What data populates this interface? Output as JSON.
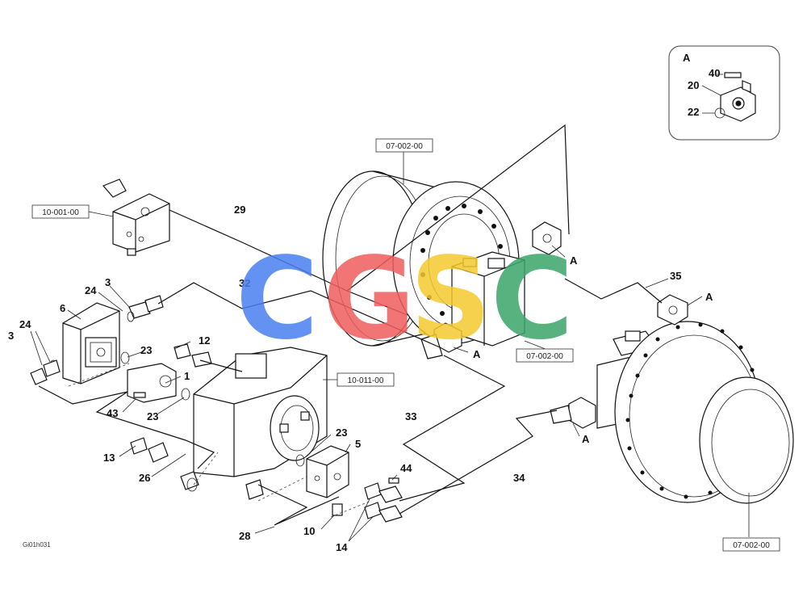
{
  "reference_boxes": {
    "ref_top_center": "07-002-00",
    "ref_left_valve": "10-001-00",
    "ref_mid_right": "07-002-00",
    "ref_center_pump": "10-011-00",
    "ref_bottom_right": "07-002-00"
  },
  "inset": {
    "title": "A",
    "labels": {
      "p40": "40",
      "p20": "20",
      "p22": "22"
    }
  },
  "callouts": {
    "c1": "1",
    "c3a": "3",
    "c3b": "3",
    "c5": "5",
    "c6": "6",
    "c10": "10",
    "c12": "12",
    "c13": "13",
    "c14": "14",
    "c23a": "23",
    "c23b": "23",
    "c23c": "23",
    "c24a": "24",
    "c24b": "24",
    "c26": "26",
    "c28": "28",
    "c29": "29",
    "c32": "32",
    "c33": "33",
    "c34": "34",
    "c35": "35",
    "c43": "43",
    "c44": "44",
    "a1": "A",
    "a2": "A",
    "a3": "A",
    "a4": "A"
  },
  "watermark": {
    "letters": [
      "C",
      "G",
      "S",
      "C"
    ],
    "colors": [
      "#4a7ff0",
      "#ef5d5d",
      "#f4c92e",
      "#3aa56b"
    ]
  },
  "footer_code": "Gi01h031"
}
